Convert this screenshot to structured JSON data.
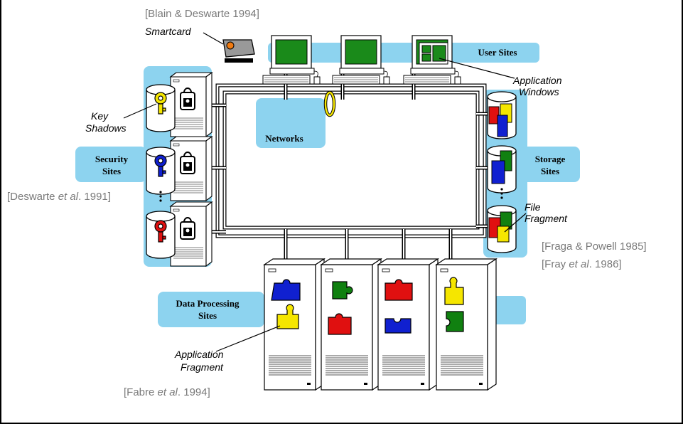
{
  "citations": {
    "blain": "[Blain & Deswarte 1994]",
    "deswarte_a": "[Deswarte ",
    "deswarte_b": "et al",
    "deswarte_c": ". 1991]",
    "fraga": "[Fraga & Powell 1985]",
    "fray_a": "[Fray ",
    "fray_b": "et al",
    "fray_c": ". 1986]",
    "fabre_a": "[Fabre ",
    "fabre_b": "et al",
    "fabre_c": ". 1994]"
  },
  "labels": {
    "user_sites": "User Sites",
    "networks": "Networks",
    "security_1": "Security",
    "security_2": "Sites",
    "storage_1": "Storage",
    "storage_2": "Sites",
    "dps_1": "Data Processing",
    "dps_2": "Sites"
  },
  "annotations": {
    "smartcard": "Smartcard",
    "app_windows_1": "Application",
    "app_windows_2": "Windows",
    "key_shadows_1": "Key",
    "key_shadows_2": "Shadows",
    "file_fragment_1": "File",
    "file_fragment_2": "Fragment",
    "app_fragment_1": "Application",
    "app_fragment_2": "Fragment"
  },
  "colors": {
    "blob": "#8dd3ef",
    "screen": "#1a8a1a",
    "red": "#e01010",
    "blue": "#1020d0",
    "green": "#108010",
    "yellow": "#f5e600",
    "smartcard_chip": "#f07a10",
    "cite_gray": "#7a7a7a"
  },
  "icons": [
    "workstation-icon",
    "tower-server-icon",
    "disk-cylinder-icon",
    "key-icon",
    "puzzle-piece-icon",
    "smartcard-reader-icon",
    "padlock-icon"
  ]
}
